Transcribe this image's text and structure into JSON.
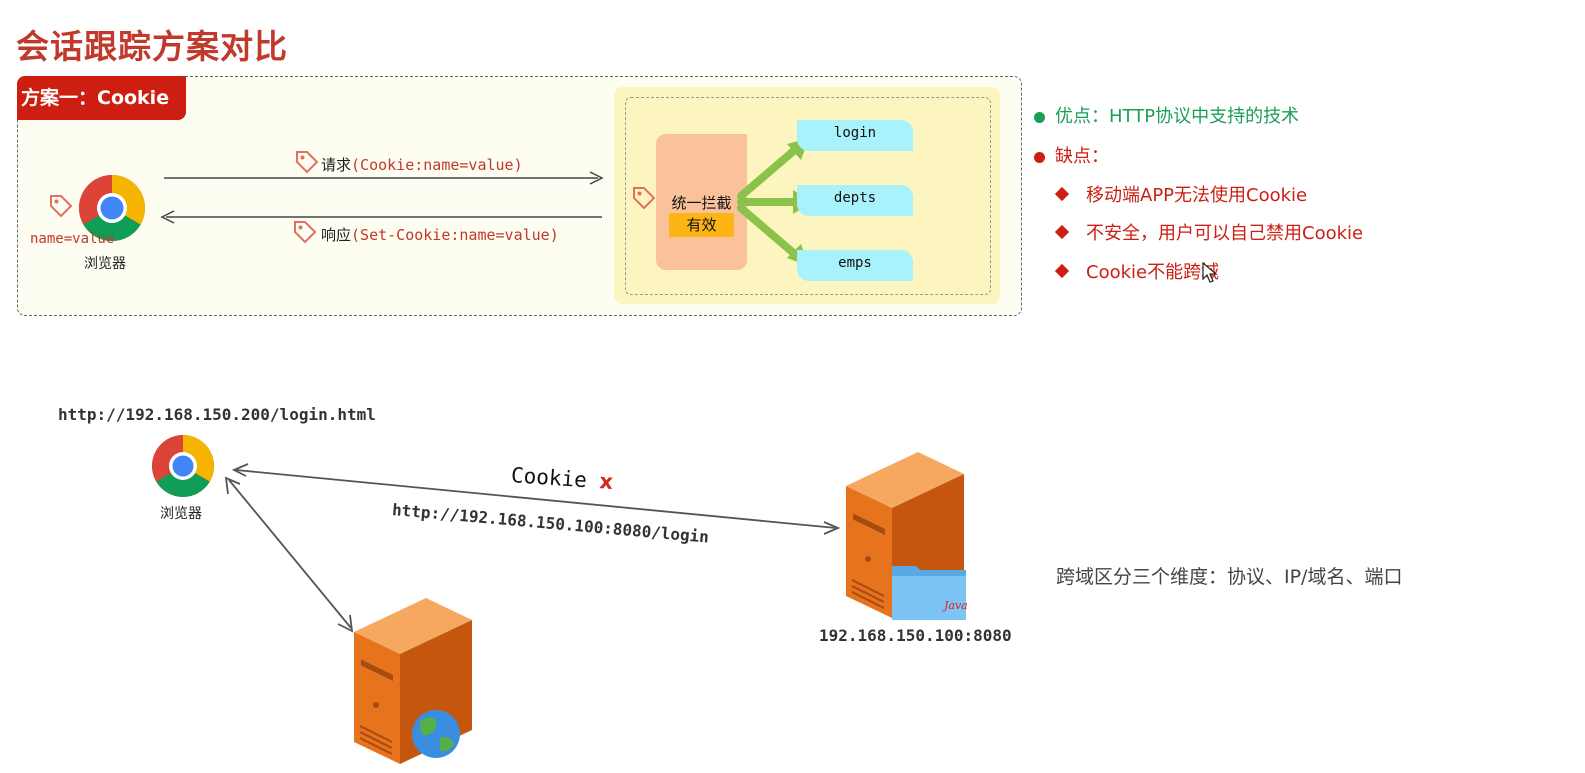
{
  "title": "会话跟踪方案对比",
  "panel": {
    "tab_label": "方案一：Cookie",
    "browser_label": "浏览器",
    "browser_cookie": "name=value",
    "request_cn": "请求",
    "request_code": "(Cookie:name=value)",
    "response_cn": "响应",
    "response_code": "(Set-Cookie:name=value)",
    "interceptor_label": "统一拦截",
    "valid_label": "有效",
    "endpoints": [
      "login",
      "depts",
      "emps"
    ]
  },
  "pros_cons": {
    "pro": "优点：HTTP协议中支持的技术",
    "con_title": "缺点：",
    "cons": [
      "移动端APP无法使用Cookie",
      "不安全，用户可以自己禁用Cookie",
      "Cookie不能跨域"
    ]
  },
  "cross_domain": {
    "browser_url": "http://192.168.150.200/login.html",
    "browser_label": "浏览器",
    "cookie_label": "Cookie",
    "cross_mark": "x",
    "request_url": "http://192.168.150.100:8080/login",
    "server_ip": "192.168.150.100:8080",
    "java_label": "Java",
    "note": "跨域区分三个维度：协议、IP/域名、端口"
  },
  "colors": {
    "accent_red": "#cc1f12",
    "pro_green": "#1a9e58",
    "endpoint_cyan": "#a8f2fb",
    "interceptor_peach": "#f9c29a",
    "arrow_green": "#8bc34a",
    "server_orange": "#e8731d"
  }
}
